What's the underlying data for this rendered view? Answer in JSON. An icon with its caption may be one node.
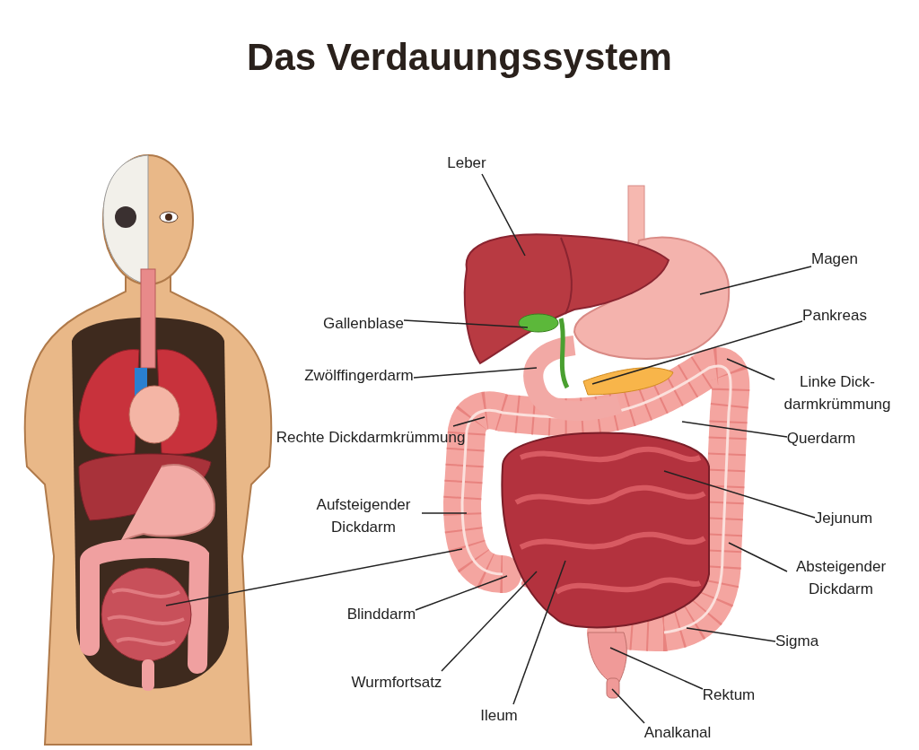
{
  "diagram": {
    "title": "Das Verdauungssystem",
    "nodes": [
      {
        "text": [
          "Leber"
        ]
      },
      {
        "text": [
          "Magen"
        ]
      },
      {
        "text": [
          "Gallenblase"
        ]
      },
      {
        "text": [
          "Pankreas"
        ]
      },
      {
        "text": [
          "Zwölffingerdarm"
        ]
      },
      {
        "text": [
          "Linke Dick- darmkrümmung"
        ]
      },
      {
        "text": [
          "Rechte Dickdarmkrümmung"
        ]
      },
      {
        "text": [
          "Querdarm"
        ]
      },
      {
        "text": [
          "Aufsteigender Dickdarm"
        ]
      },
      {
        "text": [
          "Jejunum"
        ]
      },
      {
        "text": [
          "Absteigender Dickdarm"
        ]
      },
      {
        "text": [
          "Blinddarm"
        ]
      },
      {
        "text": [
          "Sigma"
        ]
      },
      {
        "text": [
          "Wurmfortsatz"
        ]
      },
      {
        "text": [
          "Rektum"
        ]
      },
      {
        "text": [
          "Ileum"
        ]
      },
      {
        "text": [
          "Analkanal"
        ]
      },
      {
        "text": [],
        "shape": "picture"
      },
      {
        "text": [],
        "shape": "picture"
      }
    ],
    "edges": [
      {
        "from": 0,
        "to": 18,
        "arrow": "none"
      },
      {
        "from": 1,
        "to": 18,
        "arrow": "none"
      },
      {
        "from": 2,
        "to": 18,
        "arrow": "none"
      },
      {
        "from": 3,
        "to": 18,
        "arrow": "none"
      },
      {
        "from": 4,
        "to": 18,
        "arrow": "none"
      },
      {
        "from": 5,
        "to": 18,
        "arrow": "none"
      },
      {
        "from": 6,
        "to": 18,
        "arrow": "none"
      },
      {
        "from": 7,
        "to": 18,
        "arrow": "none"
      },
      {
        "from": 8,
        "to": 18,
        "arrow": "none"
      },
      {
        "from": 9,
        "to": 18,
        "arrow": "none"
      },
      {
        "from": 10,
        "to": 18,
        "arrow": "none"
      },
      {
        "from": 11,
        "to": 18,
        "arrow": "none"
      },
      {
        "from": 12,
        "to": 18,
        "arrow": "none"
      },
      {
        "from": 13,
        "to": 18,
        "arrow": "none"
      },
      {
        "from": 14,
        "to": 18,
        "arrow": "none"
      },
      {
        "from": 15,
        "to": 18,
        "arrow": "none"
      },
      {
        "from": 16,
        "to": 18,
        "arrow": "none"
      },
      {
        "from": 17,
        "to": 18,
        "arrow": "none"
      }
    ]
  }
}
